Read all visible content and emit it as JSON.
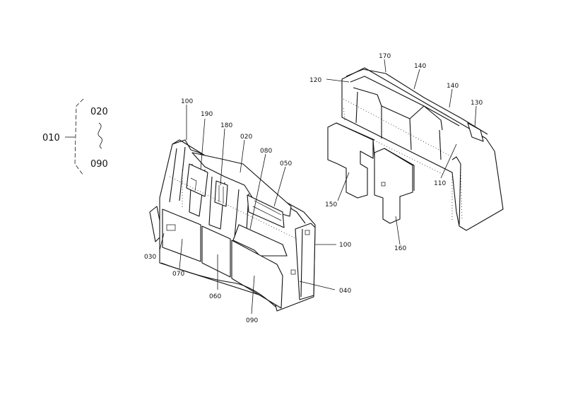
{
  "legend": {
    "group_label": "010",
    "range_start": "020",
    "range_end": "090"
  },
  "callouts": {
    "c100a": "100",
    "c190": "190",
    "c180": "180",
    "c020": "020",
    "c080": "080",
    "c050": "050",
    "c030": "030",
    "c070": "070",
    "c060": "060",
    "c090": "090",
    "c100b": "100",
    "c040": "040",
    "c120": "120",
    "c170": "170",
    "c140a": "140",
    "c140b": "140",
    "c130": "130",
    "c110": "110",
    "c150": "150",
    "c160": "160"
  }
}
